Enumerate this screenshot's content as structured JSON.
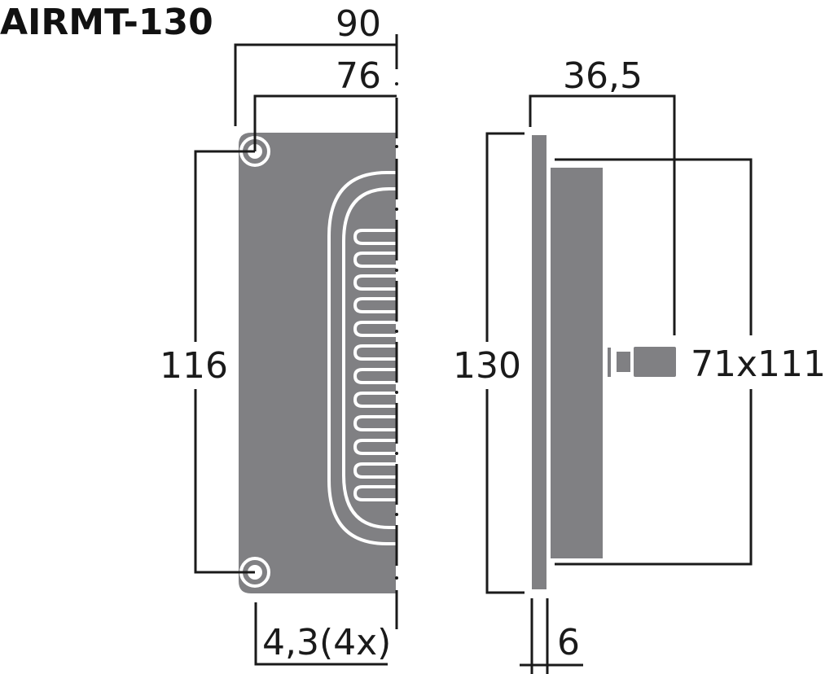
{
  "title": "AIRMT-130",
  "colors": {
    "body_gray": "#808083",
    "line": "#1a1a1a",
    "background": "#ffffff"
  },
  "front_view": {
    "dimensions": {
      "overall_width": "90",
      "hole_to_edge_width": "76",
      "hole_spacing_height": "116",
      "hole_diameter": "4,3(4x)"
    },
    "slot_count": 12,
    "mounting_holes": 4
  },
  "side_view": {
    "dimensions": {
      "depth": "36,5",
      "overall_height": "130",
      "cutout": "71x111",
      "flange_thickness": "6"
    }
  }
}
